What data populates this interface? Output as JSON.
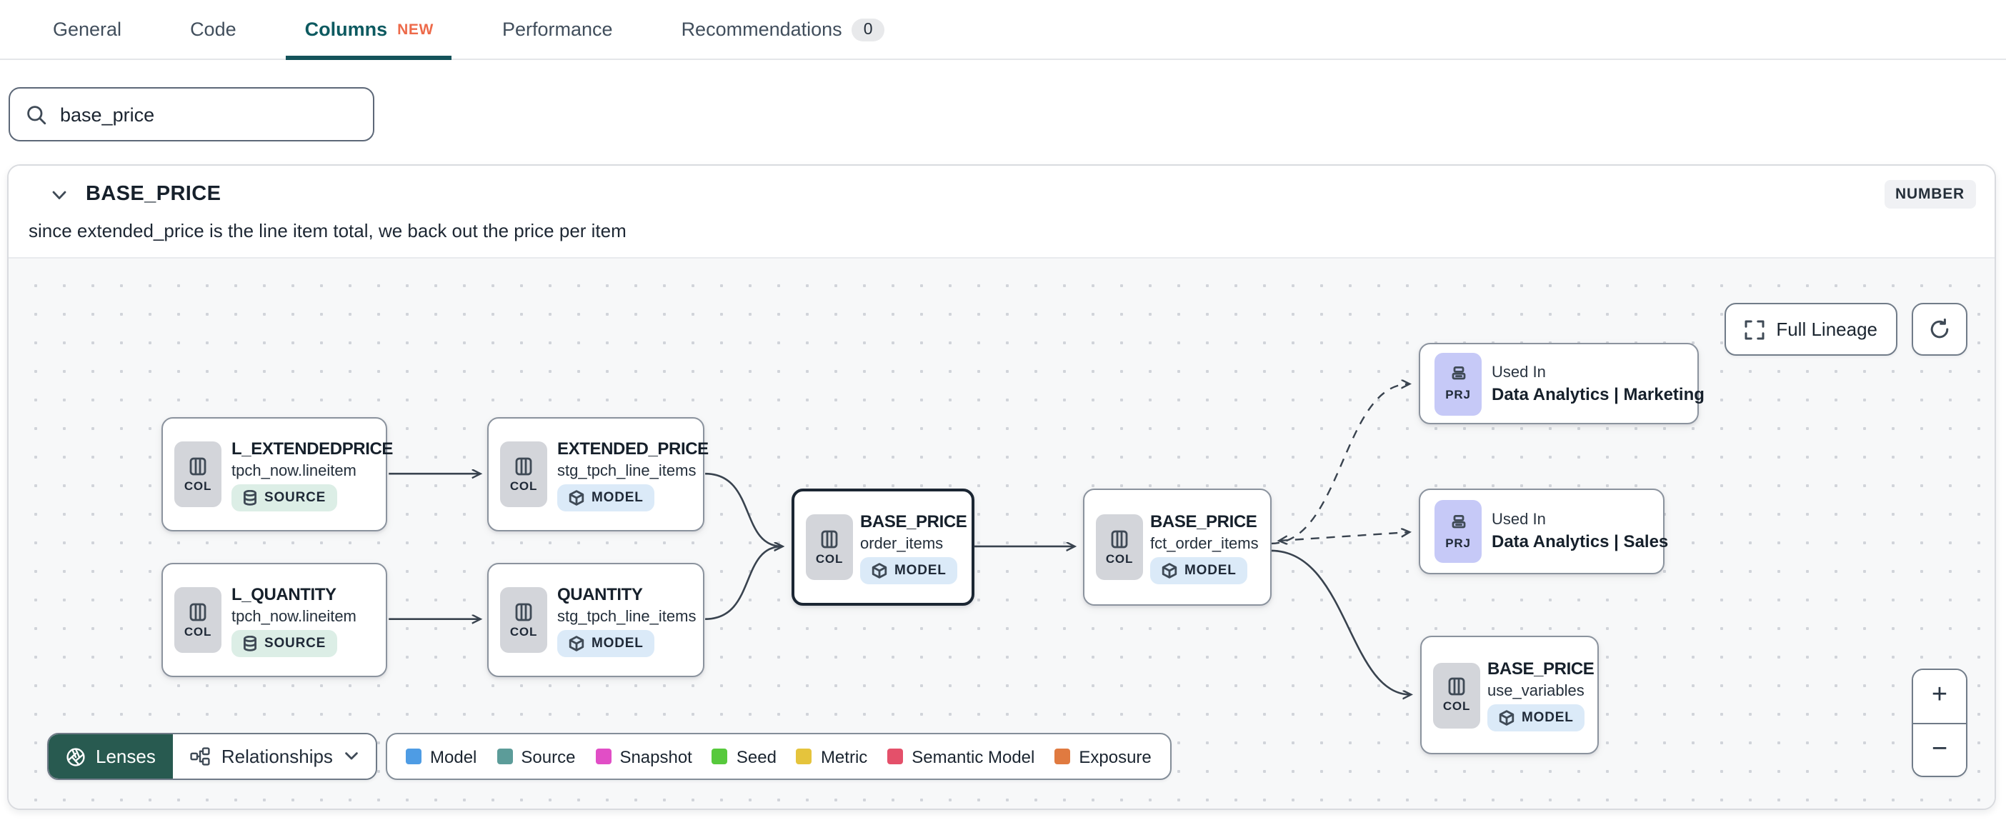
{
  "tabs": {
    "items": [
      {
        "label": "General"
      },
      {
        "label": "Code"
      },
      {
        "label": "Columns",
        "badge": "NEW",
        "active": true
      },
      {
        "label": "Performance"
      },
      {
        "label": "Recommendations",
        "count": "0"
      }
    ]
  },
  "search": {
    "value": "base_price"
  },
  "column_panel": {
    "name": "BASE_PRICE",
    "type_badge": "NUMBER",
    "description": "since extended_price is the line item total, we back out the price per item"
  },
  "lineage": {
    "controls": {
      "full_lineage_label": "Full Lineage",
      "zoom_in_label": "+",
      "zoom_out_label": "−"
    },
    "footer": {
      "lenses_label": "Lenses",
      "relationships_label": "Relationships"
    },
    "legend": [
      {
        "label": "Model",
        "color": "#4E9CE4"
      },
      {
        "label": "Source",
        "color": "#5C9C99"
      },
      {
        "label": "Snapshot",
        "color": "#E14EC6"
      },
      {
        "label": "Seed",
        "color": "#57C93C"
      },
      {
        "label": "Metric",
        "color": "#E5C43C"
      },
      {
        "label": "Semantic Model",
        "color": "#E4506A"
      },
      {
        "label": "Exposure",
        "color": "#E07A40"
      }
    ],
    "nodes": [
      {
        "chip": "COL",
        "title": "L_EXTENDEDPRICE",
        "subtitle": "tpch_now.lineitem",
        "badge": "SOURCE"
      },
      {
        "chip": "COL",
        "title": "EXTENDED_PRICE",
        "subtitle": "stg_tpch_line_items",
        "badge": "MODEL"
      },
      {
        "chip": "COL",
        "title": "L_QUANTITY",
        "subtitle": "tpch_now.lineitem",
        "badge": "SOURCE"
      },
      {
        "chip": "COL",
        "title": "QUANTITY",
        "subtitle": "stg_tpch_line_items",
        "badge": "MODEL"
      },
      {
        "chip": "COL",
        "title": "BASE_PRICE",
        "subtitle": "order_items",
        "badge": "MODEL",
        "selected": true
      },
      {
        "chip": "COL",
        "title": "BASE_PRICE",
        "subtitle": "fct_order_items",
        "badge": "MODEL"
      },
      {
        "chip": "PRJ",
        "title": "Used In",
        "subtitle": "Data Analytics | Marketing"
      },
      {
        "chip": "PRJ",
        "title": "Used In",
        "subtitle": "Data Analytics | Sales"
      },
      {
        "chip": "COL",
        "title": "BASE_PRICE",
        "subtitle": "use_variables",
        "badge": "MODEL"
      }
    ]
  },
  "icons": {
    "search": "magnifier-icon",
    "column_chip": "columns-icon",
    "source_badge": "database-icon",
    "model_badge": "cube-icon",
    "project_chip": "project-stack-icon",
    "full_lineage": "fullscreen-icon",
    "refresh": "refresh-icon",
    "lenses": "aperture-icon",
    "relationships": "org-chart-icon",
    "expand": "chevron-down-icon"
  },
  "colors": {
    "active_tab": "#0D5A60",
    "tab_underline": "#14535A",
    "new_badge": "#ED6A4A",
    "lenses_pill": "#285A50",
    "model_badge_bg": "#DBEAF8",
    "source_badge_bg": "#DCEEE6",
    "prj_chip_bg": "#C6C9F7",
    "col_chip_bg": "#D3D5DA"
  }
}
